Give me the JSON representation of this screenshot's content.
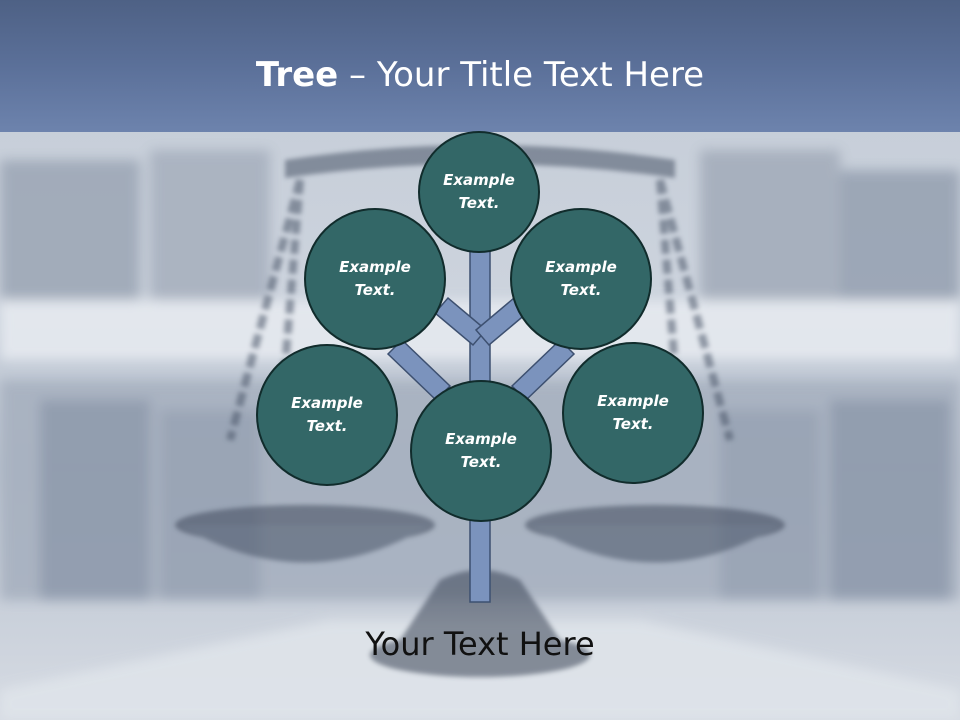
{
  "slide": {
    "title_bold": "Tree",
    "title_rest": " – Your Title Text Here",
    "footer": "Your Text Here"
  },
  "diagram": {
    "nodes": [
      {
        "id": "top",
        "label": "Example Text."
      },
      {
        "id": "upper-left",
        "label": "Example Text."
      },
      {
        "id": "upper-right",
        "label": "Example Text."
      },
      {
        "id": "lower-left",
        "label": "Example Text."
      },
      {
        "id": "center",
        "label": "Example Text."
      },
      {
        "id": "lower-right",
        "label": "Example Text."
      }
    ]
  },
  "colors": {
    "node_fill": "#336767",
    "node_border": "#112c2c",
    "branch_fill": "#7b93bd",
    "branch_border": "#3d5070",
    "title_band": "#5b7099"
  }
}
